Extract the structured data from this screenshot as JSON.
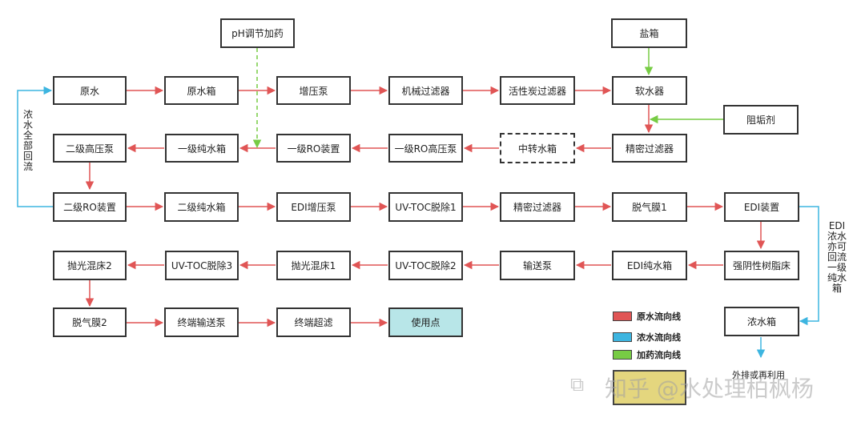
{
  "nodes": {
    "ph": "pH调节加药",
    "salt": "盐箱",
    "raw_water": "原水",
    "raw_tank": "原水箱",
    "booster": "增压泵",
    "mech_filter": "机械过滤器",
    "carbon_filter": "活性炭过滤器",
    "softener": "软水器",
    "antiscalant": "阻垢剂",
    "secondary_hp": "二级高压泵",
    "primary_pure_tank": "一级纯水箱",
    "primary_ro": "一级RO装置",
    "primary_ro_hp": "一级RO高压泵",
    "transfer_tank": "中转水箱",
    "precision_filter_1": "精密过滤器",
    "secondary_ro": "二级RO装置",
    "secondary_pure_tank": "二级纯水箱",
    "edi_booster": "EDI增压泵",
    "uv_toc_1": "UV-TOC脱除1",
    "precision_filter_2": "精密过滤器",
    "degas_1": "脱气膜1",
    "edi_device": "EDI装置",
    "polish_2": "抛光混床2",
    "uv_toc_3": "UV-TOC脱除3",
    "polish_1": "抛光混床1",
    "uv_toc_2": "UV-TOC脱除2",
    "delivery_pump": "输送泵",
    "edi_pure_tank": "EDI纯水箱",
    "anion_resin": "强阴性树脂床",
    "degas_2": "脱气膜2",
    "terminal_pump": "终端输送泵",
    "terminal_uf": "终端超滤",
    "use_point": "使用点",
    "concentrate_tank": "浓水箱"
  },
  "annotations": {
    "left_recirc": [
      "浓",
      "水",
      "全",
      "部",
      "回",
      "流"
    ],
    "right_recirc": [
      "EDI",
      "浓水",
      "亦可",
      "回流",
      "一级",
      "纯水",
      "箱"
    ],
    "discharge": "外排或再利用"
  },
  "legend": [
    {
      "label": "原水流向线",
      "color": "#e05555"
    },
    {
      "label": "浓水流向线",
      "color": "#3db5e0"
    },
    {
      "label": "加药流向线",
      "color": "#77cc44"
    }
  ],
  "watermark": {
    "logo": "⧉",
    "text": "知乎 @水处理柏枫杨"
  },
  "colors": {
    "raw": "#e05555",
    "concentrate": "#3db5e0",
    "dosing": "#77cc44",
    "use_fill": "#b8e6e8"
  }
}
